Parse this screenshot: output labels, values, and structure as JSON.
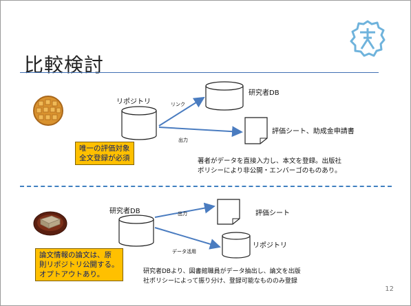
{
  "slide": {
    "title": "比較検討",
    "page_number": "12"
  },
  "top": {
    "source_label": "リポジトリ",
    "link_label": "リンク",
    "output_label": "出力",
    "target1_label": "研究者DB",
    "target2_label": "評価シート、助成金申請書",
    "callout_lines": [
      "唯一の評価対象",
      "全文登録が必須"
    ],
    "note_lines": [
      "著者がデータを直接入力し、本文を登録。出版社",
      "ポリシーにより非公開・エンバーゴのものあり。"
    ]
  },
  "bottom": {
    "source_label": "研究者DB",
    "output_label": "出力",
    "data_use_label": "データ活用",
    "target1_label": "評価シート",
    "target2_label": "リポジトリ",
    "callout_lines": [
      "論文情報の論文は、原",
      "則リポジトリ公開する。",
      "オプトアウトあり。"
    ],
    "note_lines": [
      "研究者DBより、図書館職員がデータ抽出し、論文を出版",
      "社ポリシーによって振り分け、登録可能なもののみ登録"
    ]
  },
  "colors": {
    "accent": "#3f6fb2",
    "callout_fill": "#ffc000",
    "callout_text": "#0a1c6a",
    "arrow": "#4a7cc0"
  },
  "icons": [
    "university-seal-icon",
    "waffle-icon",
    "yokan-icon",
    "database-cylinder-icon",
    "document-icon"
  ]
}
